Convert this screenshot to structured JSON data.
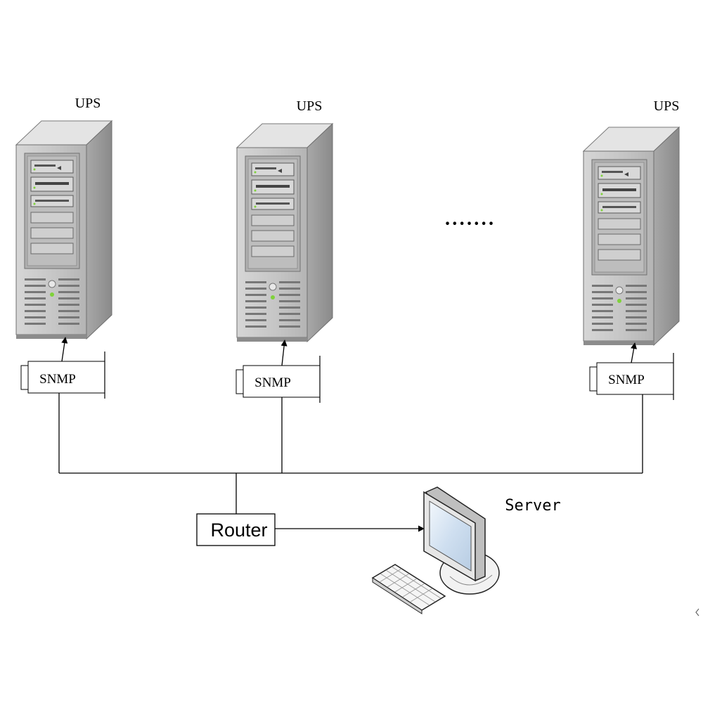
{
  "towers": [
    {
      "label": "UPS",
      "module_label": "SNMP"
    },
    {
      "label": "UPS",
      "module_label": "SNMP"
    },
    {
      "label": "UPS",
      "module_label": "SNMP"
    }
  ],
  "ellipsis": "·······",
  "router": {
    "label": "Router"
  },
  "server": {
    "label": "Server"
  },
  "colors": {
    "tower_front": "#c8c8c8",
    "tower_side": "#9a9a9a",
    "tower_top": "#e2e2e2",
    "led_green": "#7fd23a",
    "line": "#000000",
    "screen": "#d9e6f2"
  }
}
